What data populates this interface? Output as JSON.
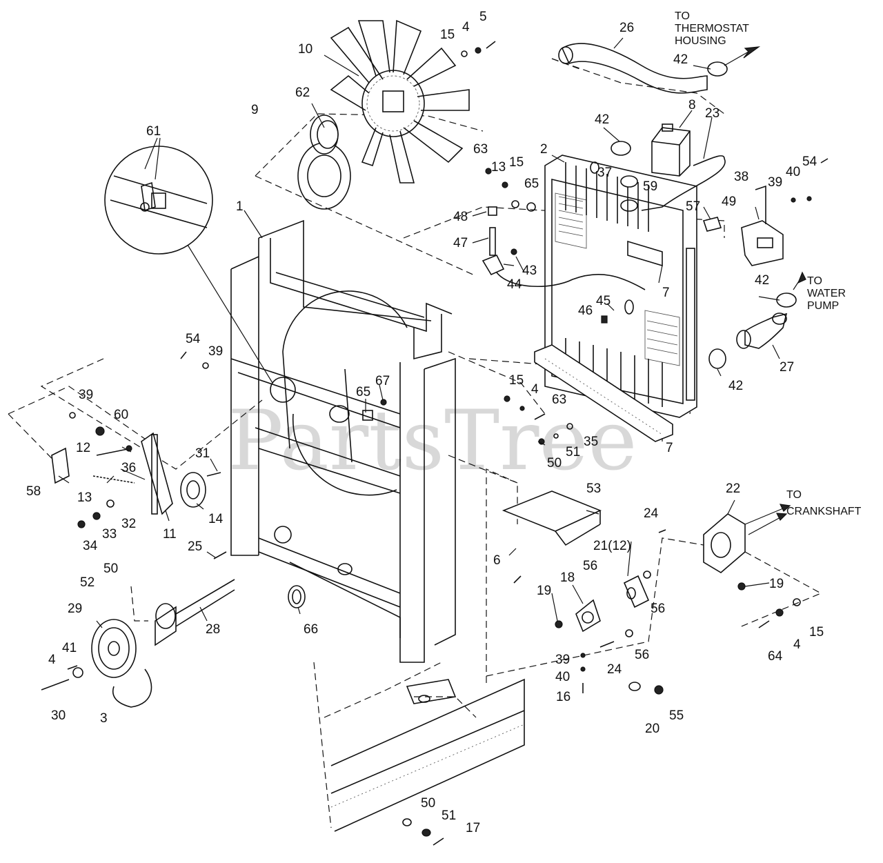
{
  "watermark": "PartsTree",
  "annotations": {
    "thermostat": [
      "TO",
      "THERMOSTAT",
      "HOUSING"
    ],
    "water_pump": [
      "TO",
      "WATER",
      "PUMP"
    ],
    "crankshaft": [
      "TO",
      "CRANKSHAFT"
    ]
  },
  "callouts": {
    "c1": "1",
    "c2": "2",
    "c3": "3",
    "c4a": "4",
    "c4b": "4",
    "c4c": "4",
    "c4d": "4",
    "c5": "5",
    "c6": "6",
    "c7a": "7",
    "c7b": "7",
    "c8": "8",
    "c9": "9",
    "c10": "10",
    "c11": "11",
    "c12": "12",
    "c13a": "13",
    "c13b": "13",
    "c14": "14",
    "c15a": "15",
    "c15b": "15",
    "c15c": "15",
    "c15d": "15",
    "c16": "16",
    "c17": "17",
    "c18": "18",
    "c19a": "19",
    "c19b": "19",
    "c20": "20",
    "c21": "21(12)",
    "c22": "22",
    "c23": "23",
    "c24a": "24",
    "c24b": "24",
    "c25": "25",
    "c26": "26",
    "c27": "27",
    "c28": "28",
    "c29": "29",
    "c30": "30",
    "c31": "31",
    "c32": "32",
    "c33": "33",
    "c34": "34",
    "c35": "35",
    "c36": "36",
    "c37": "37",
    "c38": "38",
    "c39a": "39",
    "c39b": "39",
    "c39c": "39",
    "c39d": "39",
    "c40a": "40",
    "c40b": "40",
    "c41": "41",
    "c42a": "42",
    "c42b": "42",
    "c42c": "42",
    "c42d": "42",
    "c43": "43",
    "c44": "44",
    "c45": "45",
    "c46": "46",
    "c47": "47",
    "c48": "48",
    "c49": "49",
    "c50a": "50",
    "c50b": "50",
    "c50c": "50",
    "c51a": "51",
    "c51b": "51",
    "c52": "52",
    "c53": "53",
    "c54a": "54",
    "c54b": "54",
    "c55": "55",
    "c56a": "56",
    "c56b": "56",
    "c56c": "56",
    "c57": "57",
    "c58": "58",
    "c59": "59",
    "c60": "60",
    "c61": "61",
    "c62": "62",
    "c63a": "63",
    "c63b": "63",
    "c64": "64",
    "c65a": "65",
    "c65b": "65",
    "c66": "66",
    "c67": "67"
  }
}
